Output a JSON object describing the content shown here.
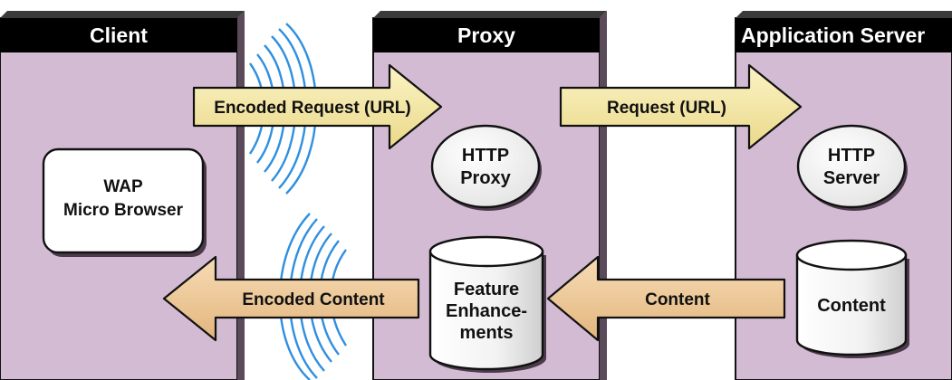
{
  "panels": {
    "client": {
      "header": "Client"
    },
    "proxy": {
      "header": "Proxy"
    },
    "server": {
      "header": "Application Server"
    }
  },
  "client_box": {
    "line1": "WAP",
    "line2": "Micro Browser"
  },
  "proxy_node": {
    "line1": "HTTP",
    "line2": "Proxy"
  },
  "server_node": {
    "line1": "HTTP",
    "line2": "Server"
  },
  "proxy_store": {
    "line1": "Feature",
    "line2": "Enhance-",
    "line3": "ments"
  },
  "server_store": {
    "label": "Content"
  },
  "arrows": {
    "encoded_request": "Encoded Request (URL)",
    "request": "Request (URL)",
    "content": "Content",
    "encoded_content": "Encoded Content"
  },
  "colors": {
    "panel": "#d3bcd3",
    "header": "#000000",
    "arrow_request": "#f2e6a0",
    "arrow_content": "#edc99a",
    "waves": "#2f8fe0"
  }
}
